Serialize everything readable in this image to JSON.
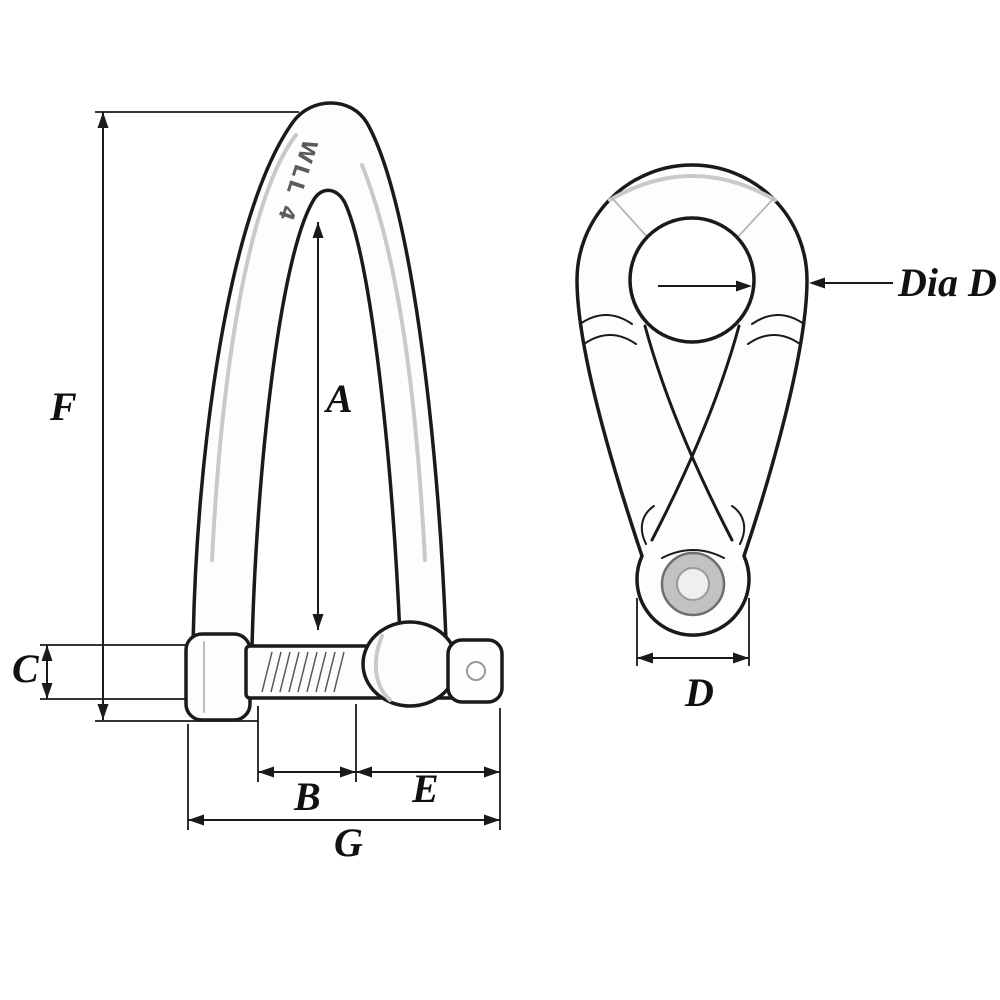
{
  "labels": {
    "f": "F",
    "a": "A",
    "c": "C",
    "b": "B",
    "e": "E",
    "g": "G",
    "d": "D",
    "dia_d": "Dia D"
  },
  "stamp": "WLL 4",
  "colors": {
    "ink": "#1a1a1a",
    "shading": "#c9c9c9",
    "washer_gray": "#c2c2c2",
    "background": "#ffffff"
  }
}
